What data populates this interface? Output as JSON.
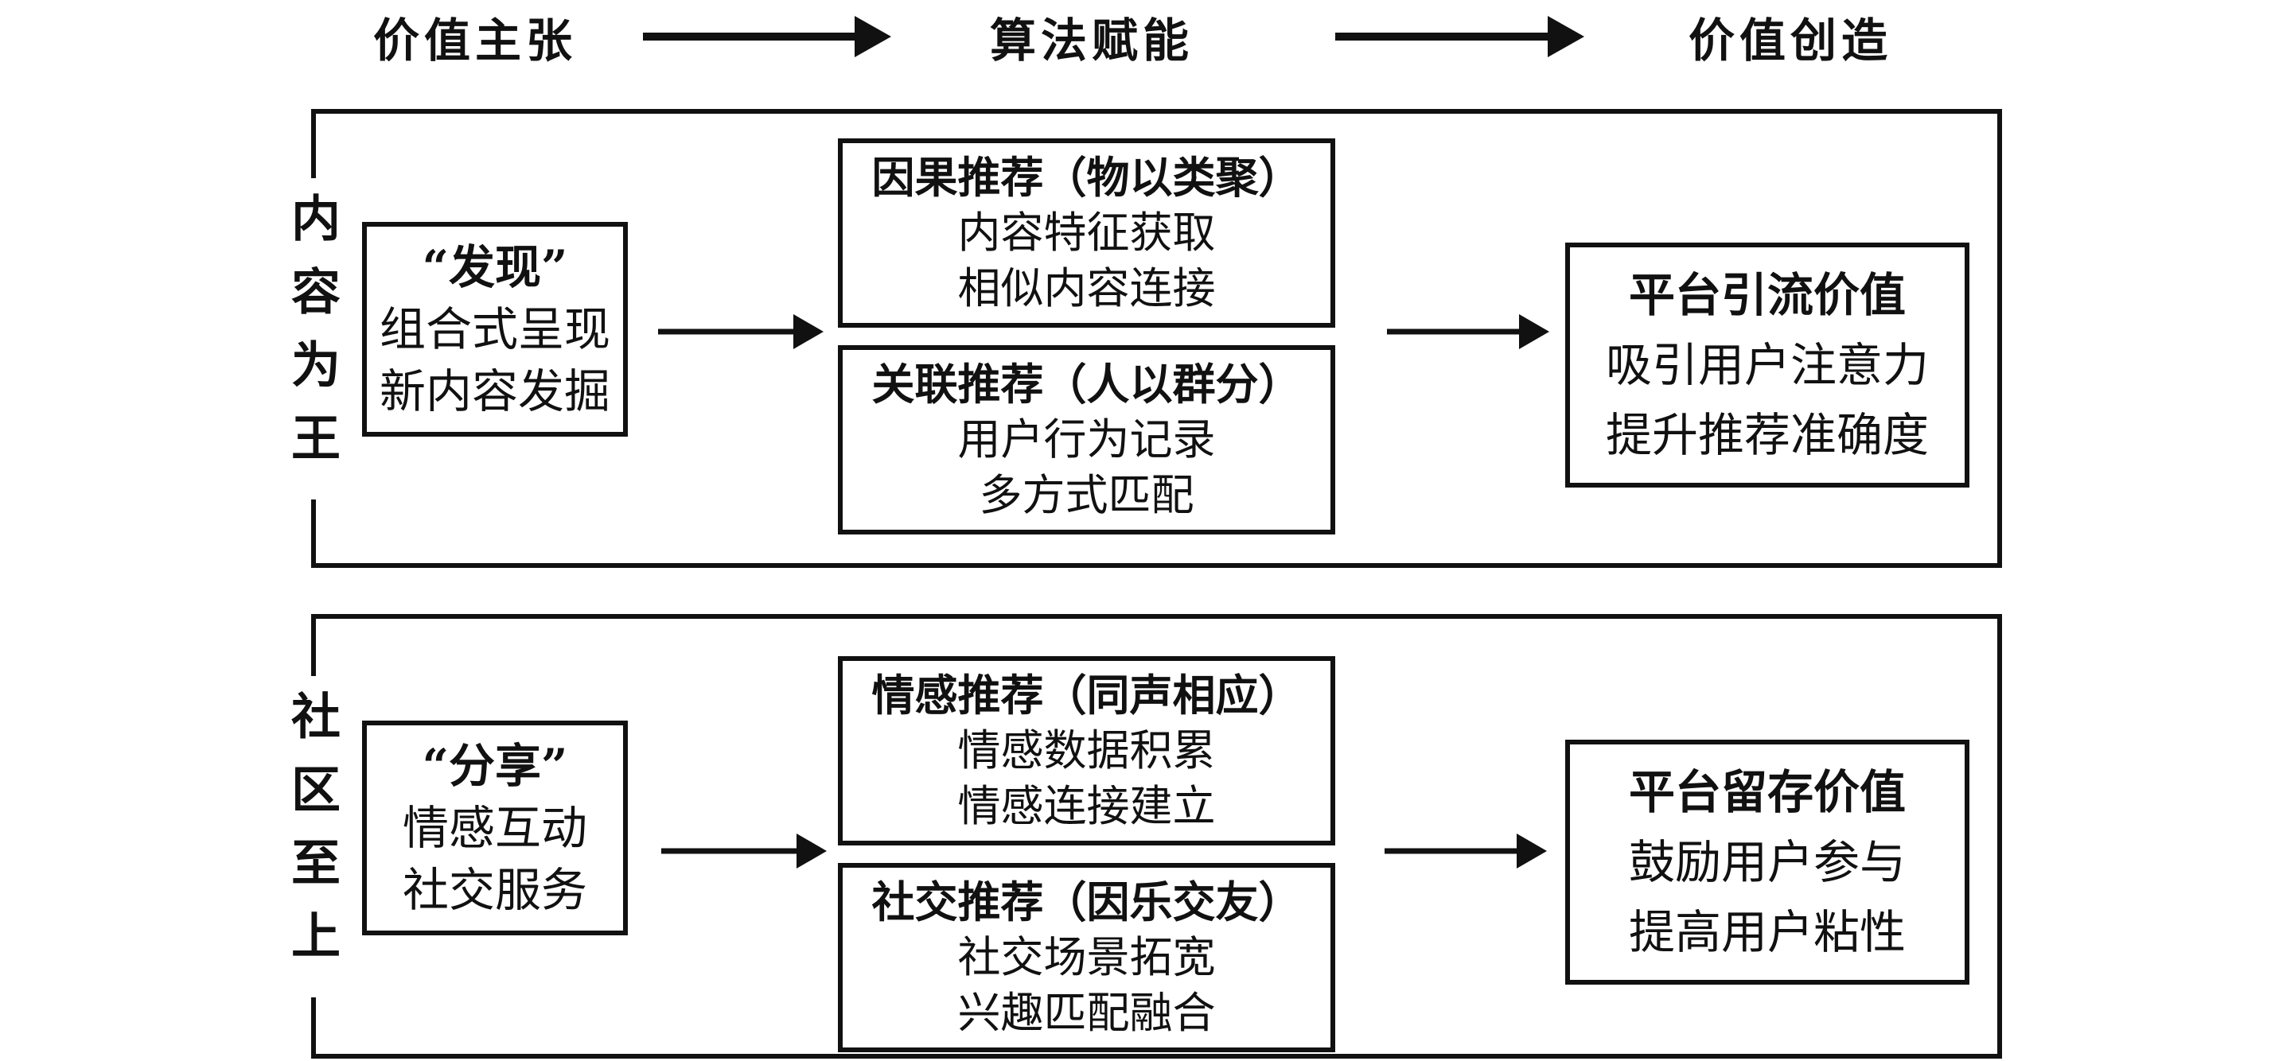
{
  "colors": {
    "ink": "#111111",
    "background": "#ffffff"
  },
  "header": {
    "stages": [
      "价值主张",
      "算法赋能",
      "价值创造"
    ]
  },
  "groups": [
    {
      "side_label": "内容为王",
      "proposition": {
        "title": "“发现”",
        "lines": [
          "组合式呈现",
          "新内容发掘"
        ]
      },
      "algorithms": [
        {
          "title": "因果推荐（物以类聚）",
          "lines": [
            "内容特征获取",
            "相似内容连接"
          ]
        },
        {
          "title": "关联推荐（人以群分）",
          "lines": [
            "用户行为记录",
            "多方式匹配"
          ]
        }
      ],
      "value": {
        "title": "平台引流价值",
        "lines": [
          "吸引用户注意力",
          "提升推荐准确度"
        ]
      }
    },
    {
      "side_label": "社区至上",
      "proposition": {
        "title": "“分享”",
        "lines": [
          "情感互动",
          "社交服务"
        ]
      },
      "algorithms": [
        {
          "title": "情感推荐（同声相应）",
          "lines": [
            "情感数据积累",
            "情感连接建立"
          ]
        },
        {
          "title": "社交推荐（因乐交友）",
          "lines": [
            "社交场景拓宽",
            "兴趣匹配融合"
          ]
        }
      ],
      "value": {
        "title": "平台留存价值",
        "lines": [
          "鼓励用户参与",
          "提高用户粘性"
        ]
      }
    }
  ]
}
